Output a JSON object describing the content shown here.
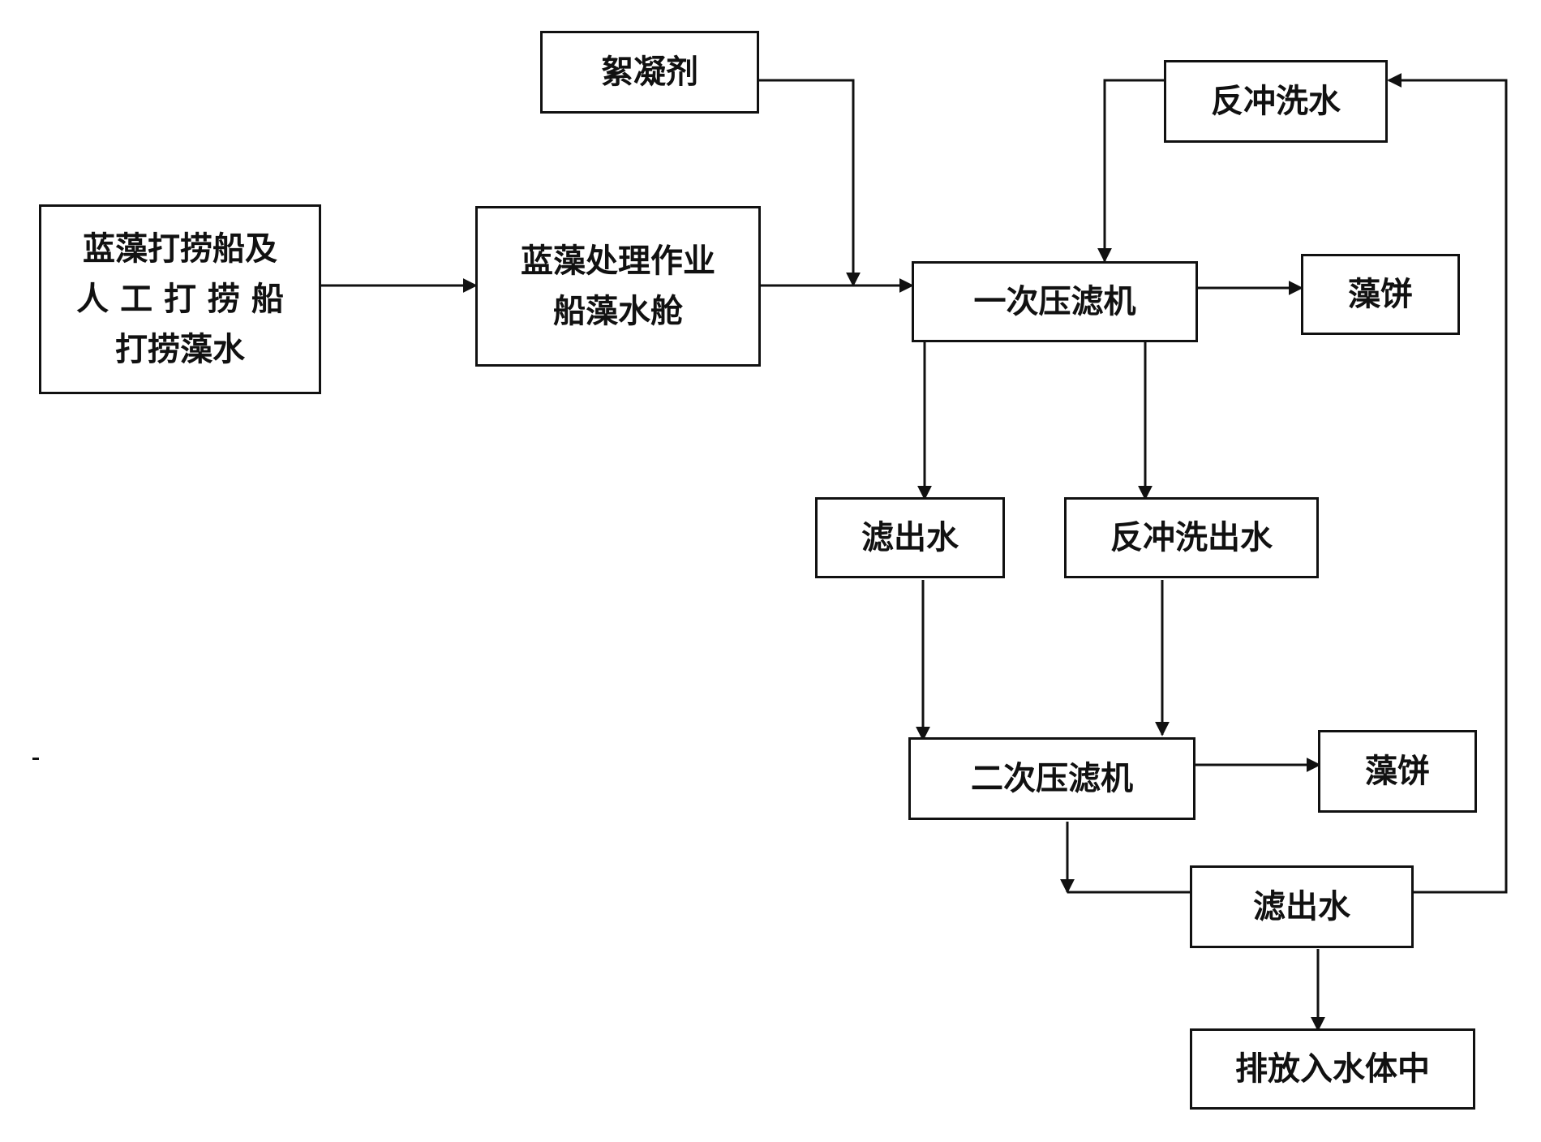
{
  "nodes": {
    "flocculant": "絮凝剂",
    "backwash_water": "反冲洗水",
    "source_line1": "蓝藻打捞船及",
    "source_line2": "人 工 打 捞 船",
    "source_line3": "打捞藻水",
    "tank_line1": "蓝藻处理作业",
    "tank_line2": "船藻水舱",
    "press1": "一次压滤机",
    "cake1": "藻饼",
    "filtrate1": "滤出水",
    "backwash_out": "反冲洗出水",
    "press2": "二次压滤机",
    "cake2": "藻饼",
    "filtrate2": "滤出水",
    "discharge": "排放入水体中"
  },
  "colors": {
    "line": "#111111",
    "background": "#ffffff"
  }
}
